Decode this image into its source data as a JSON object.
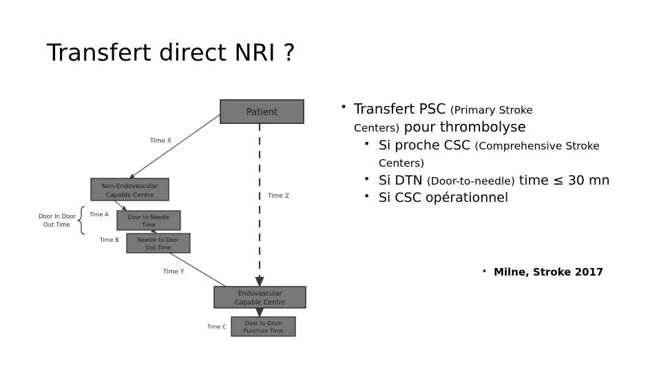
{
  "slide": {
    "title": "Transfert direct NRI ?",
    "background": "#ffffff"
  },
  "body": {
    "bullets": [
      {
        "level": 1,
        "marker": "•",
        "runs": [
          {
            "text": "Transfert PSC ",
            "size": "large"
          },
          {
            "text": "(Primary Stroke Centers)",
            "size": "small"
          },
          {
            "text": " pour thrombolyse",
            "size": "large"
          }
        ],
        "plain": "Transfert PSC (Primary Stroke Centers) pour thrombolyse"
      },
      {
        "level": 2,
        "marker": "•",
        "runs": [
          {
            "text": "Si proche CSC ",
            "size": "large"
          },
          {
            "text": "(Comprehensive Stroke Centers)",
            "size": "small"
          }
        ],
        "plain": "Si proche CSC (Comprehensive Stroke Centers)"
      },
      {
        "level": 2,
        "marker": "•",
        "runs": [
          {
            "text": "Si DTN ",
            "size": "large"
          },
          {
            "text": "(Door-to-needle)",
            "size": "small"
          },
          {
            "text": " time ≤ 30 mn",
            "size": "large"
          }
        ],
        "plain": "Si DTN (Door-to-needle) time ≤ 30 mn"
      },
      {
        "level": 2,
        "marker": "•",
        "runs": [
          {
            "text": "Si CSC opérationnel",
            "size": "large"
          }
        ],
        "plain": "Si CSC opérationnel"
      }
    ],
    "b1_run1": "Transfert PSC ",
    "b1_run2": "(Primary Stroke",
    "b1_run3": "Centers)",
    "b1_run4": " pour thrombolyse",
    "b2_run1": "Si proche CSC ",
    "b2_run2": "(Comprehensive Stroke",
    "b2_run3": "Centers)",
    "b3_run1": "Si DTN ",
    "b3_run2": "(Door-to-needle)",
    "b3_run3": " time ≤ 30 mn",
    "b4_run1": "Si CSC opérationnel",
    "bullet_glyph": "•"
  },
  "citation": {
    "marker": "•",
    "text": "Milne, Stroke 2017"
  },
  "diagram": {
    "colors": {
      "box_fill": "#787878",
      "box_stroke": "#262626",
      "arrow": "#3a3a3a",
      "text": "#1a1a1a"
    },
    "nodes": [
      {
        "id": "patient",
        "label": "Patient",
        "lines": [
          "Patient"
        ]
      },
      {
        "id": "non-endovascular-centre",
        "label": "Non-Endovascular Capable Centre",
        "lines": [
          "Non-Endovascular",
          "Capable Centre"
        ]
      },
      {
        "id": "door-to-needle",
        "label": "Door to Needle Time",
        "lines": [
          "Door to Needle",
          "Time"
        ]
      },
      {
        "id": "needle-to-door-out",
        "label": "Needle to Door Out Time",
        "lines": [
          "Needle to Door",
          "Out Time"
        ]
      },
      {
        "id": "endovascular-centre",
        "label": "Endovascular Capable Centre",
        "lines": [
          "Endovascular",
          "Capable Centre"
        ]
      },
      {
        "id": "door-to-groin",
        "label": "Door to Groin Puncture Time",
        "lines": [
          "Door to Groin",
          "Puncture Time"
        ]
      }
    ],
    "edge_labels": {
      "time_x": "Time X",
      "time_z": "Time Z",
      "time_y": "Time Y",
      "time_a": "Time A",
      "time_b": "Time B",
      "time_c": "Time C"
    },
    "brace_label": {
      "line1": "Door In Door",
      "line2": "Out Time"
    },
    "node_text": {
      "patient": "Patient",
      "non_endo_l1": "Non-Endovascular",
      "non_endo_l2": "Capable Centre",
      "dtn_l1": "Door to Needle",
      "dtn_l2": "Time",
      "ndo_l1": "Needle to Door",
      "ndo_l2": "Out Time",
      "endo_l1": "Endovascular",
      "endo_l2": "Capable Centre",
      "dgp_l1": "Door to Groin",
      "dgp_l2": "Puncture Time"
    }
  }
}
